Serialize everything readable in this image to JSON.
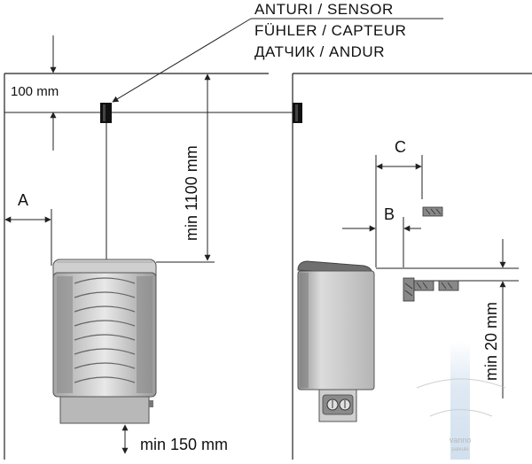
{
  "title_lines": [
    "ANTURI / SENSOR",
    "FÜHLER / CAPTEUR",
    "ДАТЧИК / ANDUR"
  ],
  "labels": {
    "top_gap": "100 mm",
    "side_gap_letter": "A",
    "sensor_height": "min 1100 mm",
    "floor_gap": "min 150 mm",
    "dim_c": "C",
    "dim_b": "B",
    "side_clearance": "min 20 mm"
  },
  "watermark": {
    "text": "vanno",
    "subtext": "paleule"
  },
  "colors": {
    "line": "#222222",
    "heater_light": "#e6e6e6",
    "heater_mid": "#bdbdbd",
    "heater_dark": "#6e6e6e",
    "watermark": "#a9c5e0"
  }
}
